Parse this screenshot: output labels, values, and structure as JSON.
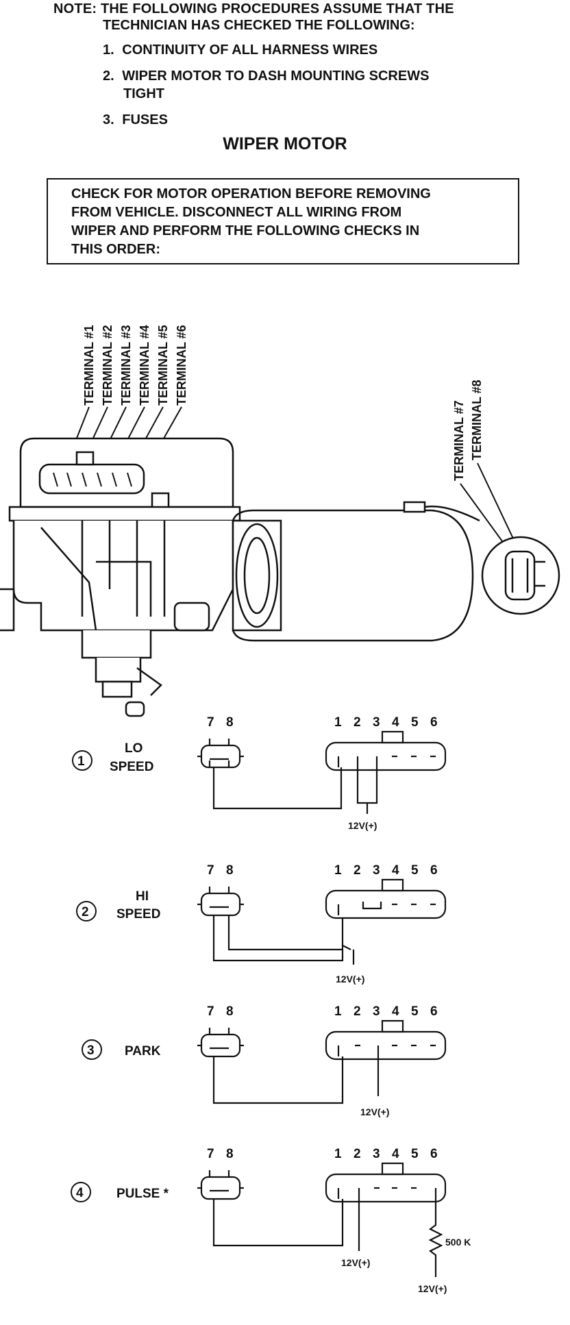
{
  "note": {
    "label": "NOTE:",
    "line1": "THE FOLLOWING PROCEDURES ASSUME THAT THE",
    "line2": "TECHNICIAN HAS CHECKED THE FOLLOWING:",
    "items": [
      {
        "num": "1.",
        "text": "CONTINUITY OF ALL HARNESS WIRES"
      },
      {
        "num": "2.",
        "text": "WIPER MOTOR TO DASH MOUNTING SCREWS",
        "text2": "TIGHT"
      },
      {
        "num": "3.",
        "text": "FUSES"
      }
    ]
  },
  "title": "WIPER MOTOR",
  "instruction": [
    "CHECK FOR MOTOR OPERATION BEFORE REMOVING",
    "FROM VEHICLE. DISCONNECT ALL WIRING FROM",
    "WIPER AND PERFORM THE FOLLOWING CHECKS IN",
    "THIS ORDER:"
  ],
  "terminals": [
    "TERMINAL #1",
    "TERMINAL #2",
    "TERMINAL #3",
    "TERMINAL #4",
    "TERMINAL #5",
    "TERMINAL #6"
  ],
  "terminals_right": [
    "TERMINAL #7",
    "TERMINAL #8"
  ],
  "pin_labels_small": [
    "7",
    "8"
  ],
  "pin_labels_large": [
    "1",
    "2",
    "3",
    "4",
    "5",
    "6"
  ],
  "checks": [
    {
      "num": "1",
      "label_line1": "LO",
      "label_line2": "SPEED",
      "volt": "12V(+)"
    },
    {
      "num": "2",
      "label_line1": "HI",
      "label_line2": "SPEED",
      "volt": "12V(+)"
    },
    {
      "num": "3",
      "label_line1": "PARK",
      "label_line2": "",
      "volt": "12V(+)"
    },
    {
      "num": "4",
      "label_line1": "PULSE *",
      "label_line2": "",
      "volt": "12V(+)",
      "volt2": "12V(+)",
      "resistor": "500 K"
    }
  ]
}
